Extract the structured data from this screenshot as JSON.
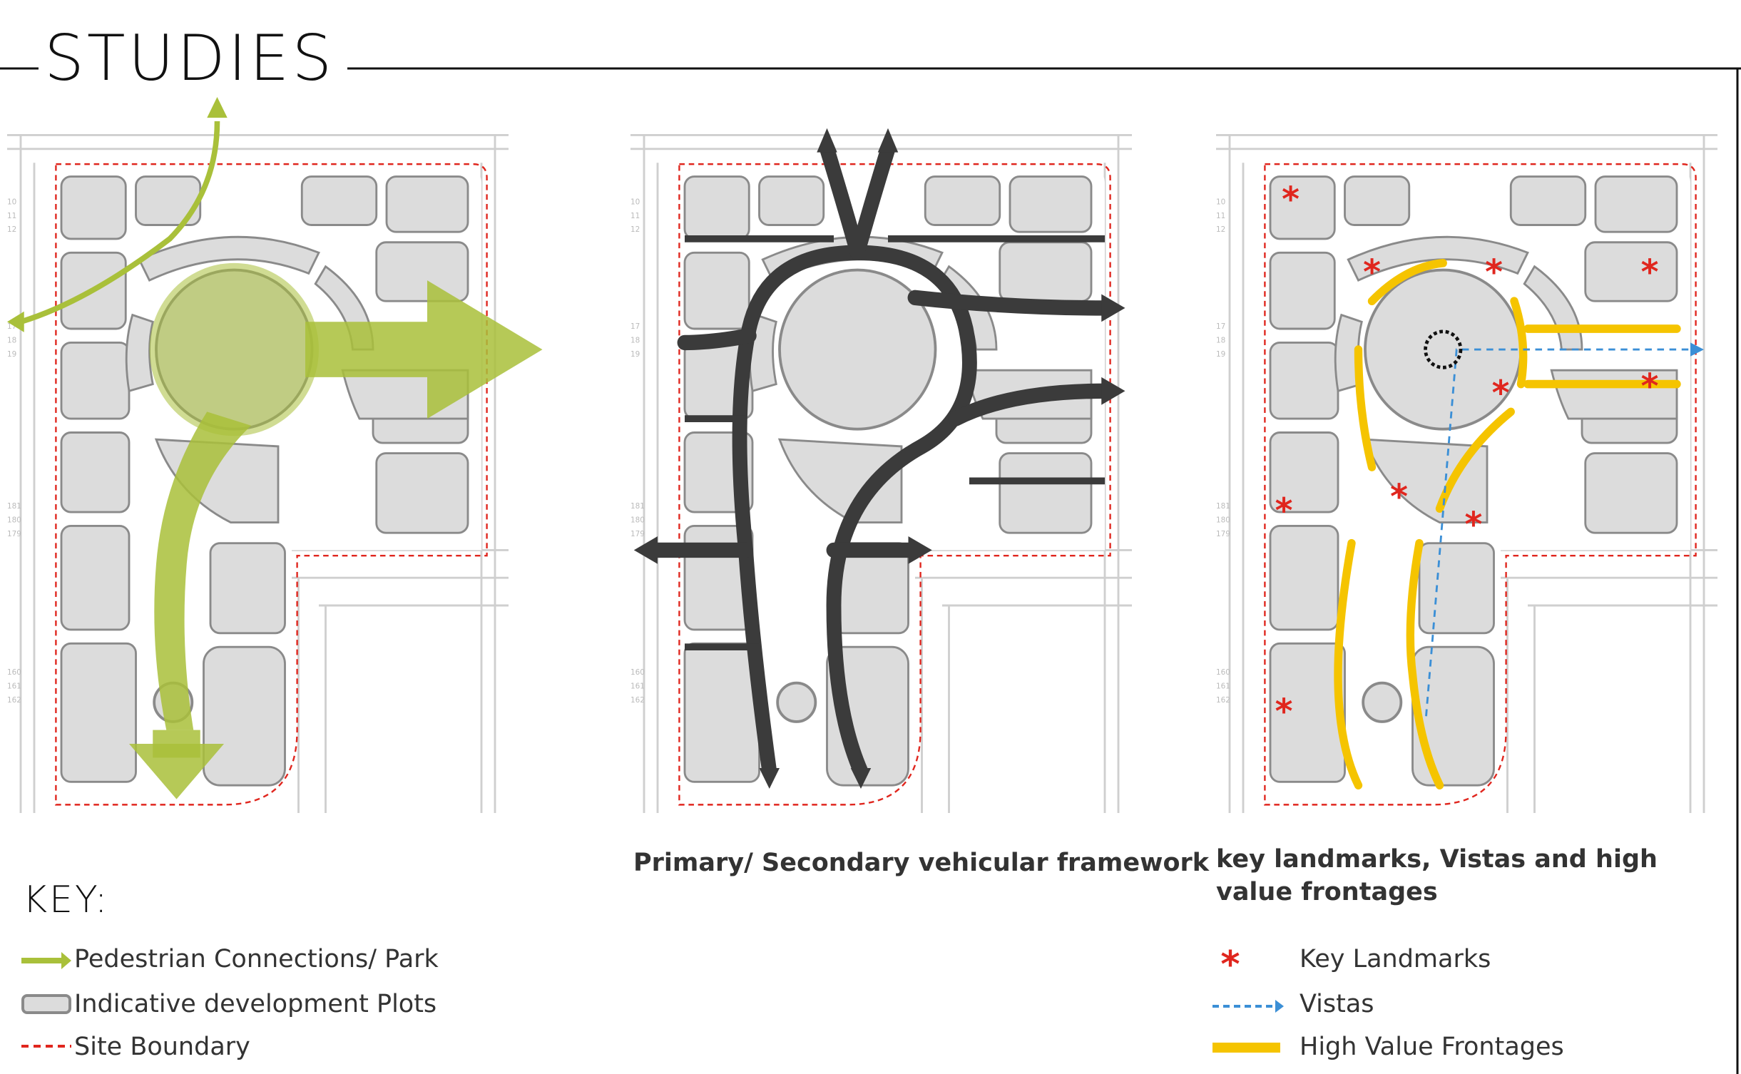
{
  "title": "STUDIES",
  "panels": [
    {
      "id": "pedestrian",
      "caption": ""
    },
    {
      "id": "vehicular",
      "caption": "Primary/ Secondary vehicular framework"
    },
    {
      "id": "landmarks",
      "caption": "key landmarks, Vistas and high value frontages"
    }
  ],
  "key": {
    "title": "KEY:",
    "left_items": [
      {
        "icon": "green-arrow-icon",
        "label": "Pedestrian Connections/ Park"
      },
      {
        "icon": "grey-plot-icon",
        "label": "Indicative development Plots"
      },
      {
        "icon": "red-dashed-line-icon",
        "label": "Site Boundary"
      }
    ],
    "right_items": [
      {
        "icon": "red-asterisk-icon",
        "label": "Key Landmarks"
      },
      {
        "icon": "blue-dashed-arrow-icon",
        "label": "Vistas"
      },
      {
        "icon": "yellow-band-icon",
        "label": "High Value Frontages"
      }
    ]
  },
  "colors": {
    "pedestrian": "#a9c03a",
    "plot_fill": "#dcdcdc",
    "plot_stroke": "#8a8a8a",
    "boundary": "#e0261e",
    "roads": "#3b3b3b",
    "landmark": "#e0261e",
    "vista": "#3b8fd6",
    "frontage": "#f5c400"
  }
}
